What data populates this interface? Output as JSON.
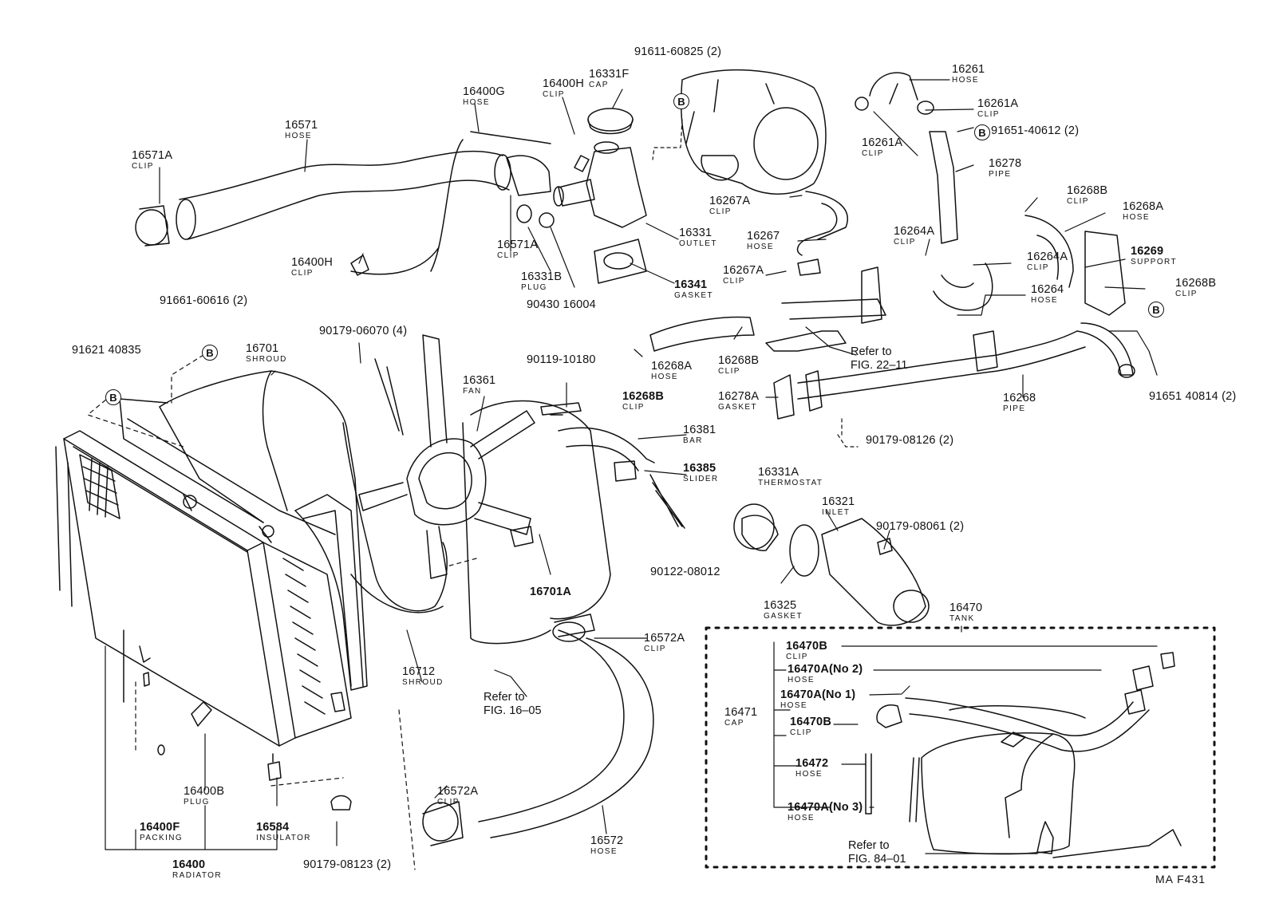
{
  "callout_letter": "B",
  "figure_code": "MA  F431",
  "refs": {
    "fig22": {
      "line1": "Refer to",
      "line2": "FIG. 22–11"
    },
    "fig16": {
      "line1": "Refer to",
      "line2": "FIG. 16–05"
    },
    "fig84": {
      "line1": "Refer to",
      "line2": "FIG. 84–01"
    }
  },
  "labels": {
    "p91611_60825": "91611-60825 (2)",
    "p16261": {
      "num": "16261",
      "name": "HOSE"
    },
    "p16331F": {
      "num": "16331F",
      "name": "CAP"
    },
    "p16400H_top": {
      "num": "16400H",
      "name": "CLIP"
    },
    "p16400G": {
      "num": "16400G",
      "name": "HOSE"
    },
    "p16261A_r": {
      "num": "16261A",
      "name": "CLIP"
    },
    "p16571": {
      "num": "16571",
      "name": "HOSE"
    },
    "p91651_40612": "91651-40612 (2)",
    "p16261A_l": {
      "num": "16261A",
      "name": "CLIP"
    },
    "p16571A_l": {
      "num": "16571A",
      "name": "CLIP"
    },
    "p16278": {
      "num": "16278",
      "name": "PIPE"
    },
    "p16268B_tr": {
      "num": "16268B",
      "name": "CLIP"
    },
    "p16267A_t": {
      "num": "16267A",
      "name": "CLIP"
    },
    "p16268A_r": {
      "num": "16268A",
      "name": "HOSE"
    },
    "p16264A_t": {
      "num": "16264A",
      "name": "CLIP"
    },
    "p16267": {
      "num": "16267",
      "name": "HOSE"
    },
    "p16331": {
      "num": "16331",
      "name": "OUTLET"
    },
    "p16571A_c": {
      "num": "16571A",
      "name": "CLIP"
    },
    "p16269": {
      "num": "16269",
      "name": "SUPPORT"
    },
    "p16264A_m": {
      "num": "16264A",
      "name": "CLIP"
    },
    "p16400H_l": {
      "num": "16400H",
      "name": "CLIP"
    },
    "p16267A_b": {
      "num": "16267A",
      "name": "CLIP"
    },
    "p16331B": {
      "num": "16331B",
      "name": "PLUG"
    },
    "p16341": {
      "num": "16341",
      "name": "GASKET"
    },
    "p16268B_r": {
      "num": "16268B",
      "name": "CLIP"
    },
    "p16264": {
      "num": "16264",
      "name": "HOSE"
    },
    "p90430_16004": "90430 16004",
    "p91661_60616": "91661-60616 (2)",
    "p90179_06070": "90179-06070 (4)",
    "p91621_40835": "91621 40835",
    "p16701": {
      "num": "16701",
      "name": "SHROUD"
    },
    "p16268A_b": {
      "num": "16268A",
      "name": "HOSE"
    },
    "p16268B_m": {
      "num": "16268B",
      "name": "CLIP"
    },
    "p90119_10180": "90119-10180",
    "p16361": {
      "num": "16361",
      "name": "FAN"
    },
    "p16268B_b": {
      "num": "16268B",
      "name": "CLIP"
    },
    "p16278A": {
      "num": "16278A",
      "name": "GASKET"
    },
    "p16268": {
      "num": "16268",
      "name": "PIPE"
    },
    "p91651_40814": "91651 40814 (2)",
    "p16381": {
      "num": "16381",
      "name": "BAR"
    },
    "p90179_08126": "90179-08126 (2)",
    "p16385": {
      "num": "16385",
      "name": "SLIDER"
    },
    "p16331A": {
      "num": "16331A",
      "name": "THERMOSTAT"
    },
    "p16321": {
      "num": "16321",
      "name": "INLET"
    },
    "p90179_08061": "90179-08061 (2)",
    "p90122_08012": "90122-08012",
    "p16701A": {
      "num": "16701A"
    },
    "p16325": {
      "num": "16325",
      "name": "GASKET"
    },
    "p16470": {
      "num": "16470",
      "name": "TANK"
    },
    "p16572A_t": {
      "num": "16572A",
      "name": "CLIP"
    },
    "p16470B_t": {
      "num": "16470B",
      "name": "CLIP"
    },
    "p16470A_no2": {
      "num": "16470A(No 2)",
      "name": "HOSE"
    },
    "p16712": {
      "num": "16712",
      "name": "SHROUD"
    },
    "p16470A_no1": {
      "num": "16470A(No 1)",
      "name": "HOSE"
    },
    "p16471": {
      "num": "16471",
      "name": "CAP"
    },
    "p16470B_b": {
      "num": "16470B",
      "name": "CLIP"
    },
    "p16472": {
      "num": "16472",
      "name": "HOSE"
    },
    "p16400B": {
      "num": "16400B",
      "name": "PLUG"
    },
    "p16572A_b": {
      "num": "16572A",
      "name": "CLIP"
    },
    "p16470A_no3": {
      "num": "16470A(No 3)",
      "name": "HOSE"
    },
    "p16400F": {
      "num": "16400F",
      "name": "PACKING"
    },
    "p16584": {
      "num": "16584",
      "name": "INSULATOR"
    },
    "p16572": {
      "num": "16572",
      "name": "HOSE"
    },
    "p16400": {
      "num": "16400",
      "name": "RADIATOR"
    },
    "p90179_08123": "90179-08123 (2)"
  }
}
